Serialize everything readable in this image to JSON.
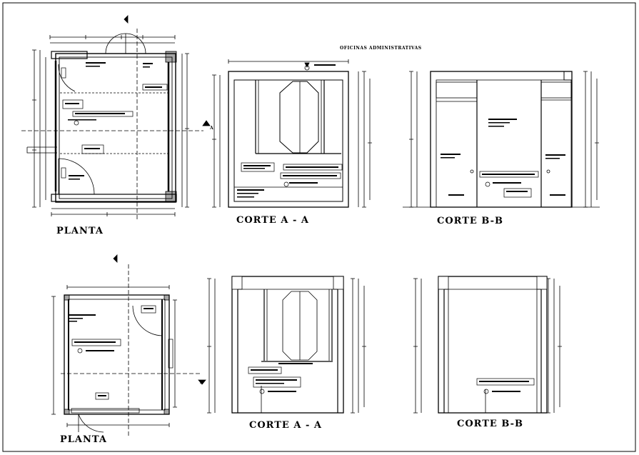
{
  "sheet_title": "OFICINAS ADMINISTRATIVAS",
  "views": {
    "top_plan": "PLANTA",
    "top_section_a": "CORTE A - A",
    "top_section_b": "CORTE B-B",
    "bottom_plan": "PLANTA",
    "bottom_section_a": "CORTE A - A",
    "bottom_section_b": "CORTE B-B"
  },
  "section_markers": [
    "A",
    "A"
  ],
  "colors": {
    "line": "#000000",
    "background": "#ffffff",
    "text_block": "#000000"
  }
}
